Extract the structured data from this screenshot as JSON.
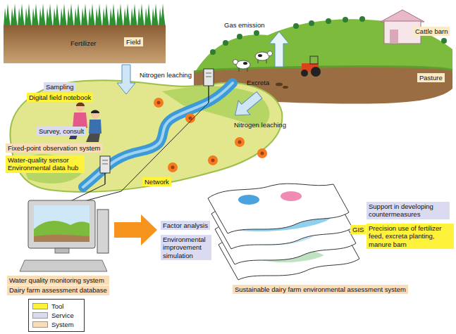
{
  "diagram": {
    "nodes": [
      {
        "text": [
          "Field"
        ]
      },
      {
        "text": [
          "Cattle barn"
        ]
      },
      {
        "text": [
          "Pasture"
        ]
      },
      {
        "text": [
          "Sampling"
        ]
      },
      {
        "text": [
          "Digital field notebook"
        ]
      },
      {
        "text": [
          "Survey, consult"
        ]
      },
      {
        "text": [
          "Fixed-point observation system"
        ]
      },
      {
        "text": [
          "Water-quality sensor Environmental data hub"
        ]
      },
      {
        "text": [
          "Network"
        ]
      },
      {
        "text": [
          "Water quality monitoring system"
        ]
      },
      {
        "text": [
          "Dairy farm assessment database"
        ]
      },
      {
        "text": [
          "Factor analysis"
        ]
      },
      {
        "text": [
          "Environmental improvement simulation"
        ]
      },
      {
        "text": [
          "Support in developing countermeasures"
        ]
      },
      {
        "text": [
          "GIS"
        ]
      },
      {
        "text": [
          "Precision use of fertilizer feed, excreta planting, manure barn"
        ]
      },
      {
        "text": [
          "Sustainable dairy farm environmental assessment system"
        ]
      }
    ],
    "labels": [
      "Fertilizer",
      "Gas emission",
      "Excreta",
      "Nitrogen leaching",
      "Nitrogen leaching"
    ],
    "legend": [
      {
        "text": "Tool",
        "color": "#fff23a"
      },
      {
        "text": "Service",
        "color": "#dadaf0"
      },
      {
        "text": "System",
        "color": "#f9dcb8"
      }
    ]
  }
}
